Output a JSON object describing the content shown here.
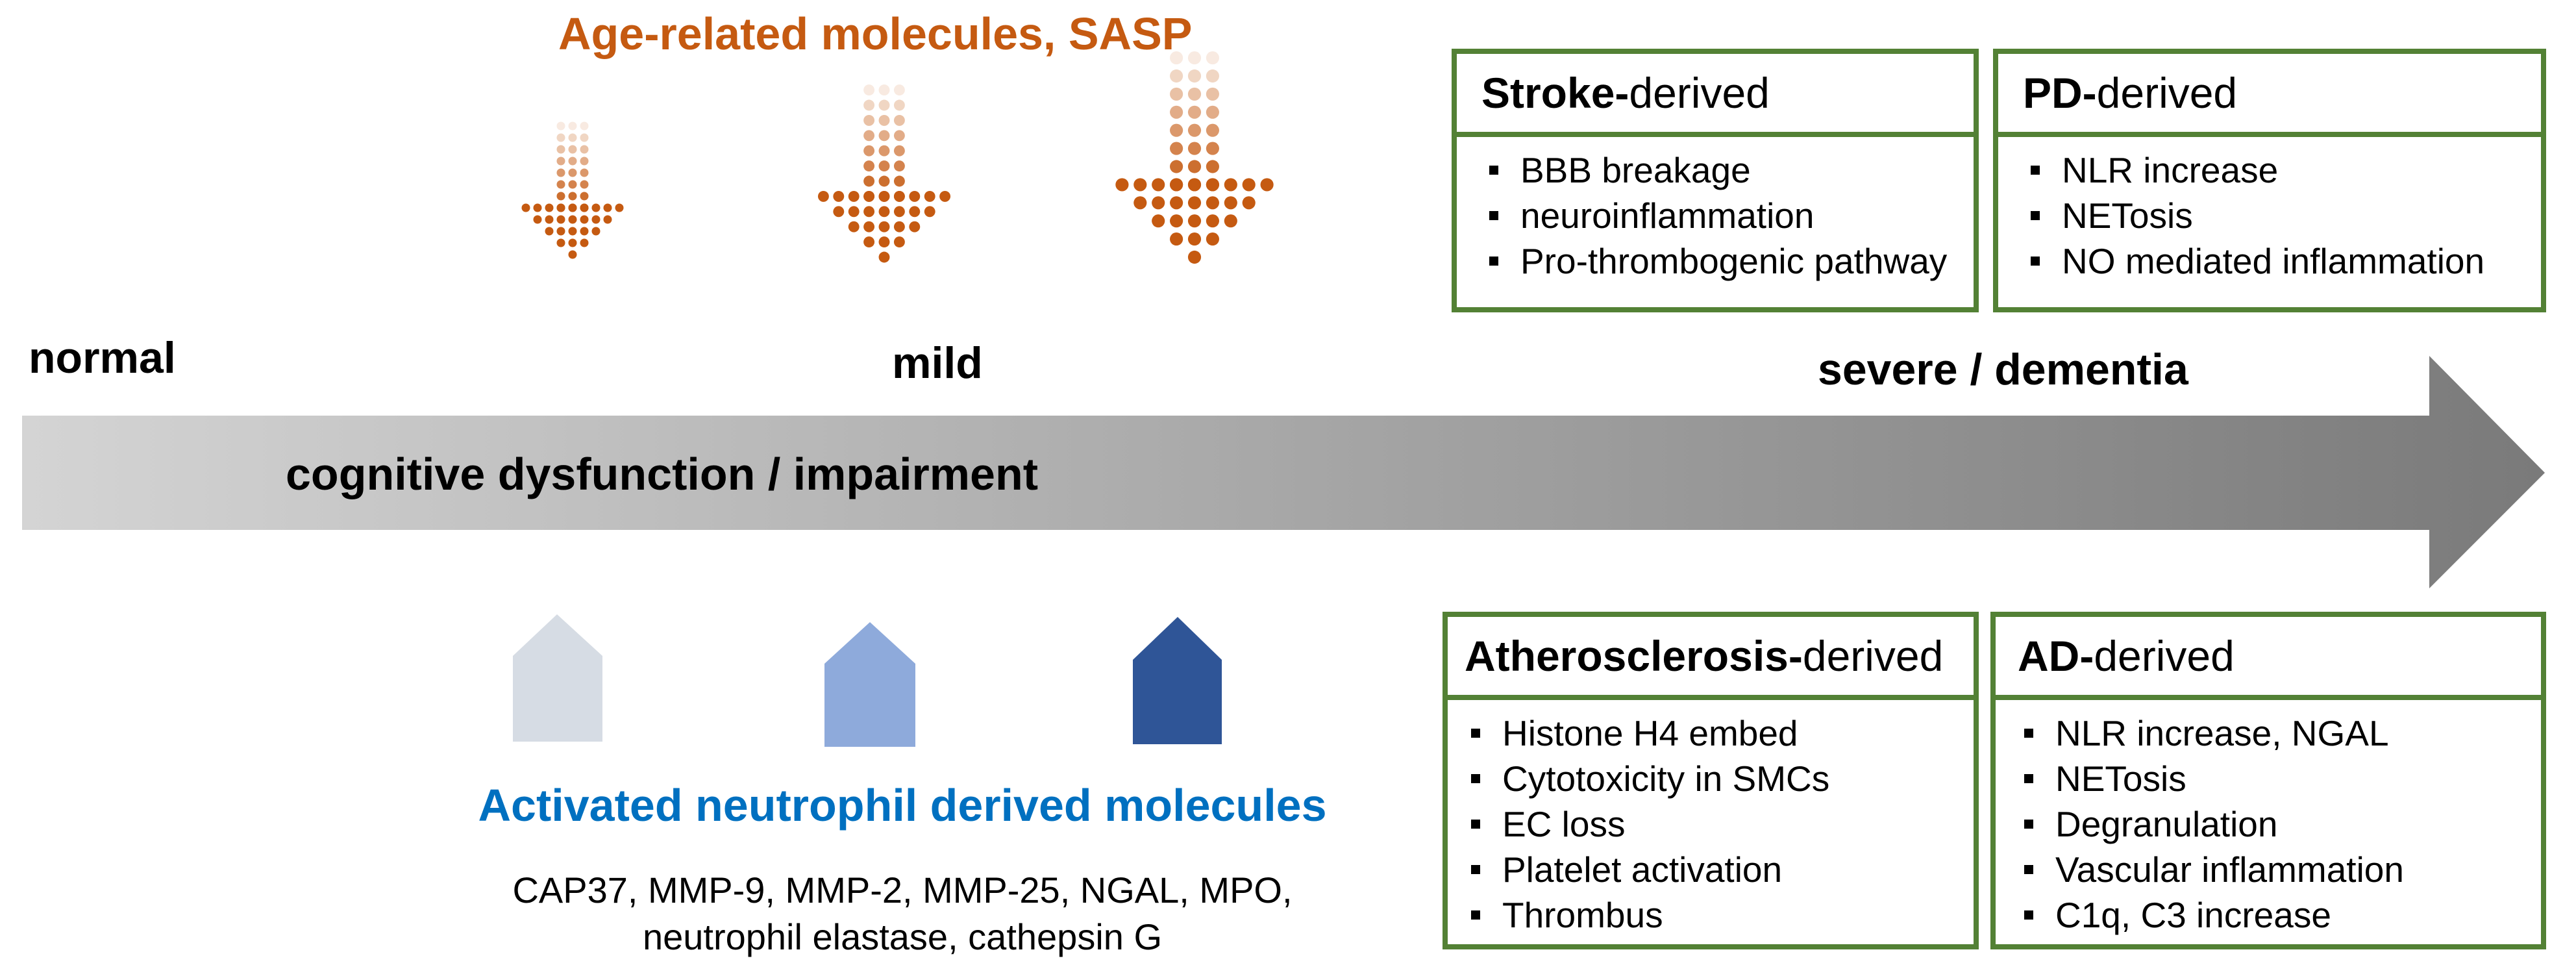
{
  "top": {
    "title": "Age-related molecules, SASP"
  },
  "stages": {
    "normal": "normal",
    "mild": "mild",
    "severe": "severe / dementia",
    "axis": "cognitive dysfunction / impairment"
  },
  "neutrophil": {
    "title": "Activated neutrophil derived molecules",
    "line1": "CAP37, MMP-9, MMP-2, MMP-25, NGAL, MPO,",
    "line2": "neutrophil elastase, cathepsin G"
  },
  "colors": {
    "sasp_orange": "#c55a11",
    "neutrophil_blue": "#0070c0",
    "box_green": "#538135",
    "arrow_light": "#d6dce4",
    "arrow_mid": "#8eaadb",
    "arrow_dark": "#2f5597"
  },
  "boxes": {
    "stroke": {
      "strong": "Stroke-",
      "rest": "derived",
      "items": [
        "BBB breakage",
        "neuroinflammation",
        "Pro-thrombogenic pathway"
      ]
    },
    "pd": {
      "strong": "PD-",
      "rest": "derived",
      "items": [
        "NLR increase",
        "NETosis",
        "NO mediated inflammation"
      ]
    },
    "atherosclerosis": {
      "strong": "Atherosclerosis-",
      "rest": "derived",
      "items": [
        "Histone H4 embed",
        "Cytotoxicity in SMCs",
        "EC loss",
        "Platelet activation",
        "Thrombus"
      ]
    },
    "ad": {
      "strong": "AD-",
      "rest": "derived",
      "items": [
        "NLR increase, NGAL",
        "NETosis",
        "Degranulation",
        "Vascular inflammation",
        "C1q, C3 increase"
      ]
    }
  }
}
